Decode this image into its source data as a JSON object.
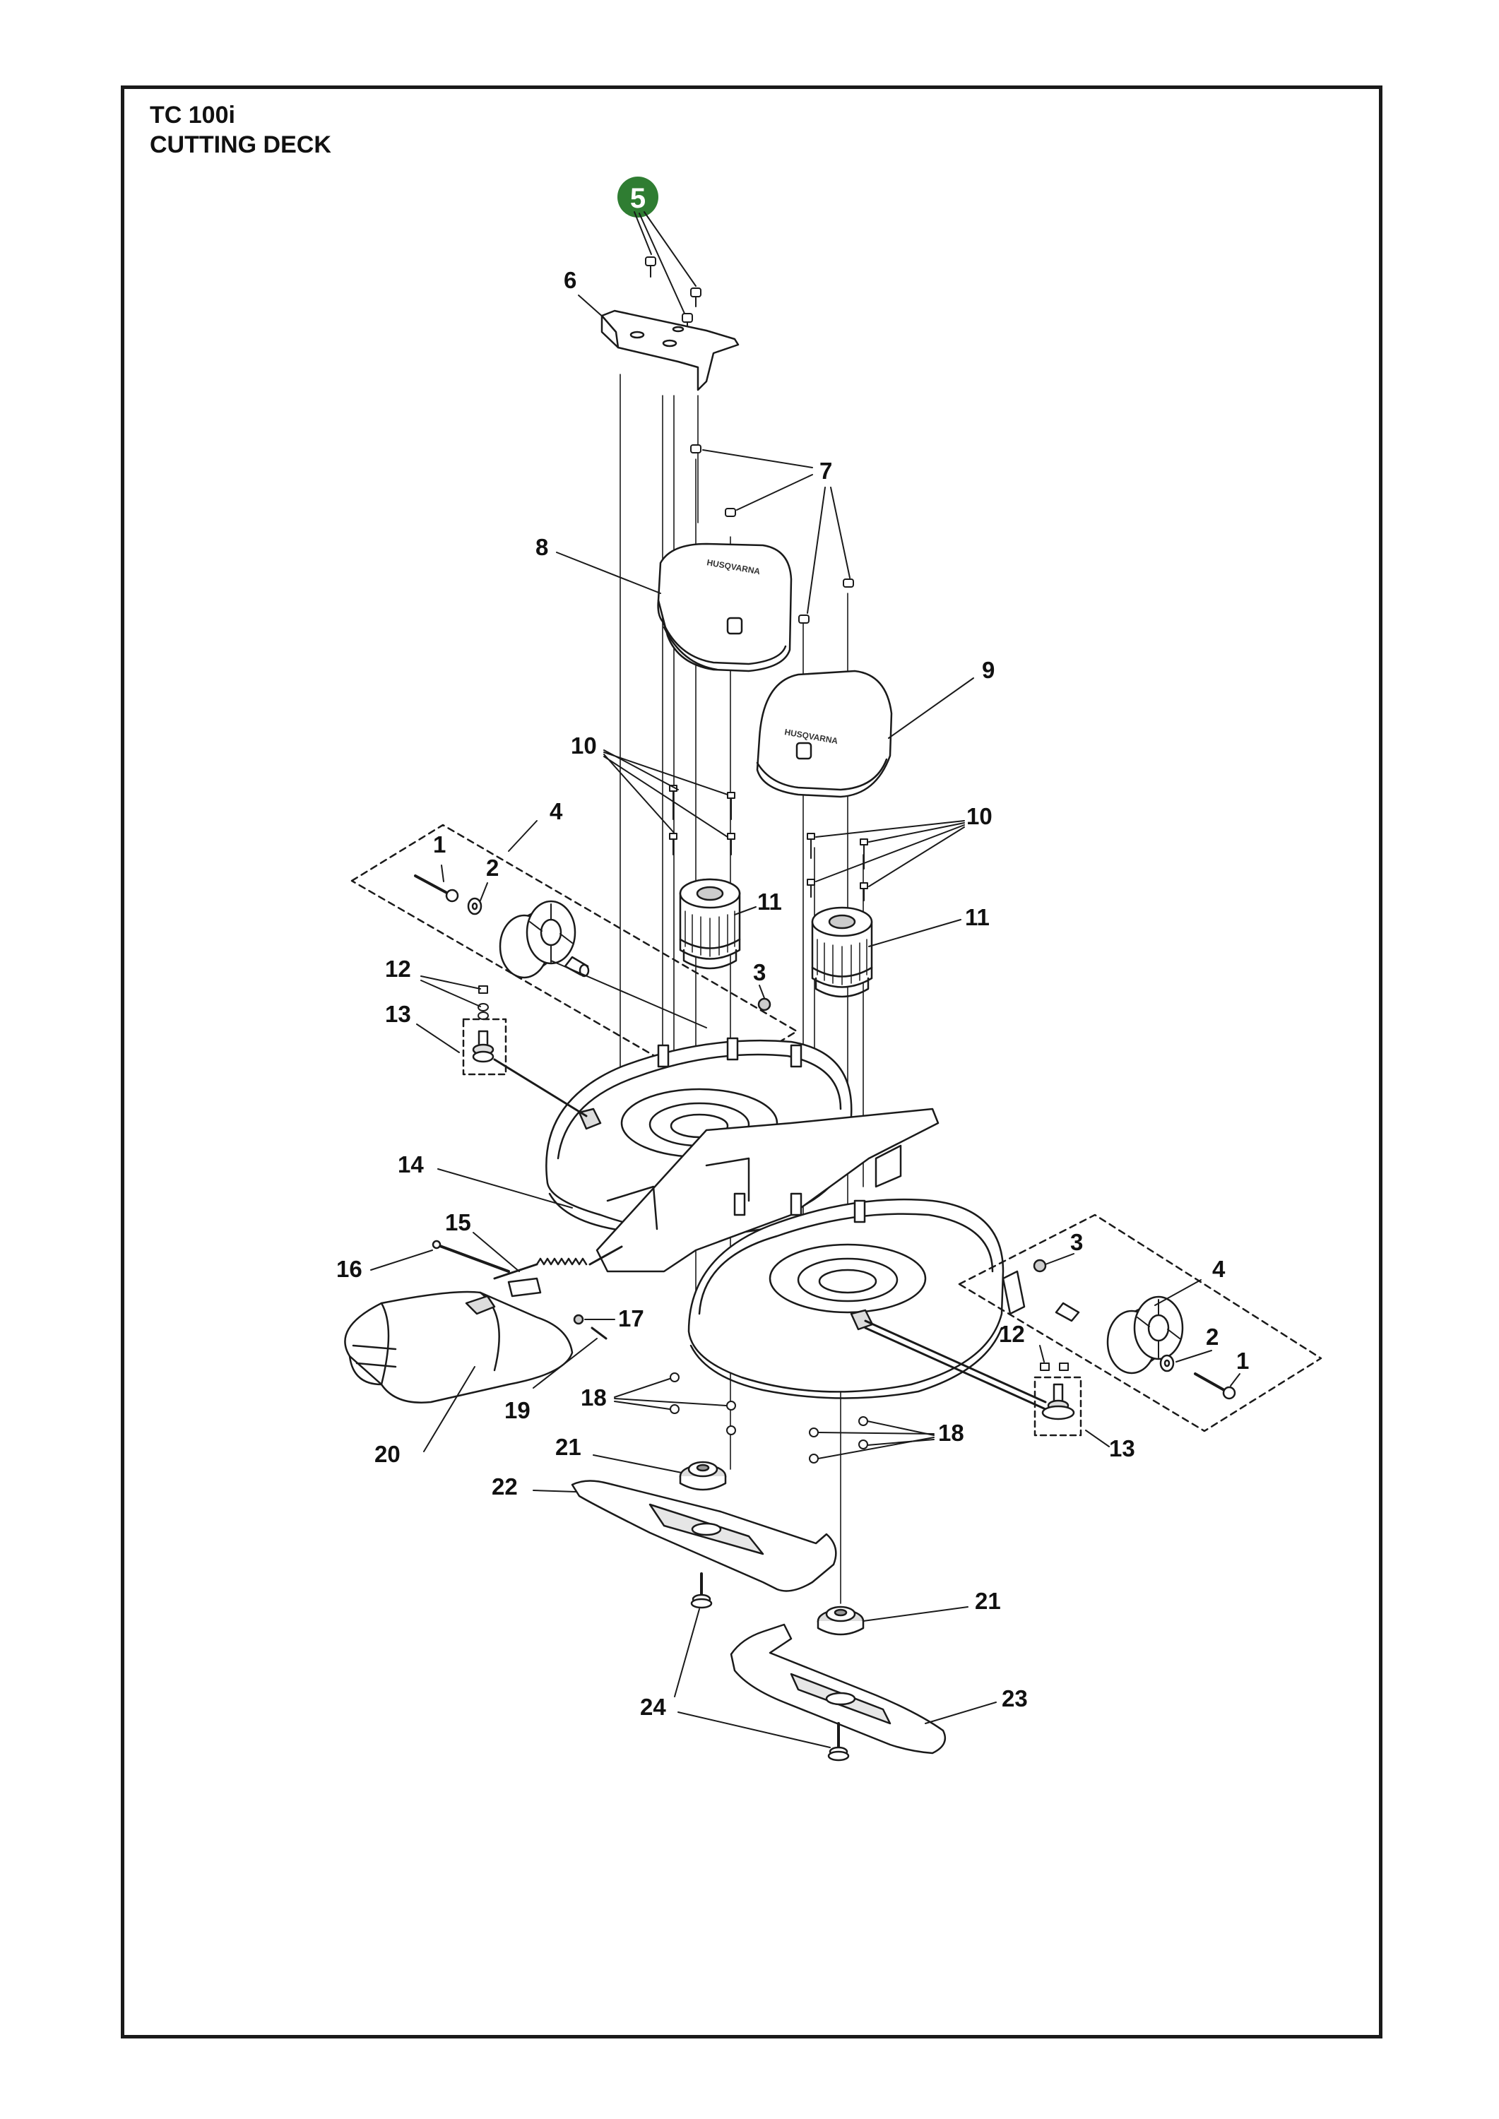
{
  "document": {
    "model": "TC 100i",
    "section": "CUTTING DECK"
  },
  "highlight": {
    "number": "5",
    "color": "#2f7d32"
  },
  "parts": [
    "1",
    "2",
    "3",
    "4",
    "6",
    "7",
    "8",
    "9",
    "10",
    "11",
    "12",
    "13",
    "14",
    "15",
    "16",
    "17",
    "18",
    "19",
    "20",
    "21",
    "22",
    "23",
    "24"
  ],
  "colors": {
    "line": "#1a1a1a",
    "fill_light": "#ffffff",
    "shade": "#e6e6e6"
  }
}
